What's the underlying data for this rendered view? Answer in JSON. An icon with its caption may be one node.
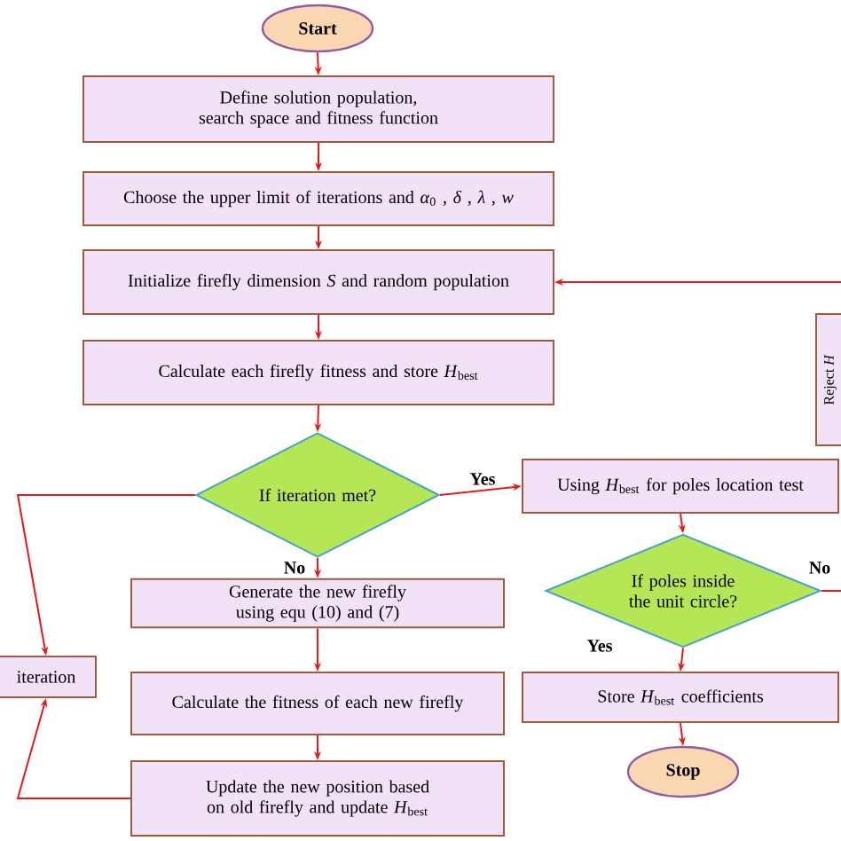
{
  "diagram": {
    "nodes": [
      {
        "text": [
          "Start"
        ]
      },
      {
        "text": [
          "Define solution population, search space and fitness function"
        ]
      },
      {
        "text": [
          "Choose the upper limit of iterations and *α*$_{0}$ , *δ* , *λ* , *w*"
        ]
      },
      {
        "text": [
          "Initialize firefly dimension *S* and random population"
        ]
      },
      {
        "text": [
          "Calculate each firefly fitness and store *H*$_{best}$"
        ]
      },
      {
        "text": [
          "If iteration met?"
        ]
      },
      {
        "text": [
          "Using *H*$_{best}$ for poles location test"
        ]
      },
      {
        "text": [
          "Generate the new firefly using equ (10) and (7)"
        ]
      },
      {
        "text": [
          "Calculate the fitness of each new firefly"
        ]
      },
      {
        "text": [
          "Update the new position based on old firefly and update *H*$_{best}$"
        ]
      },
      {
        "text": [
          "iteration"
        ]
      },
      {
        "text": [
          "If poles inside the unit circle?"
        ]
      },
      {
        "text": [
          "Store *H*$_{best}$ coefficients"
        ]
      },
      {
        "text": [
          "Stop"
        ]
      },
      {
        "text": [
          "Reject *H*"
        ]
      }
    ],
    "edges": [
      {
        "from": 0,
        "to": 1,
        "arrow": "to"
      },
      {
        "from": 1,
        "to": 2,
        "arrow": "to"
      },
      {
        "from": 2,
        "to": 3,
        "arrow": "to"
      },
      {
        "from": 3,
        "to": 4,
        "arrow": "to"
      },
      {
        "from": 4,
        "to": 5,
        "arrow": "to"
      },
      {
        "from": 5,
        "to": 6,
        "arrow": "to",
        "label": "Yes"
      },
      {
        "from": 5,
        "to": 7,
        "arrow": "to",
        "label": "No"
      },
      {
        "from": 7,
        "to": 8,
        "arrow": "to"
      },
      {
        "from": 8,
        "to": 9,
        "arrow": "to"
      },
      {
        "from": 5,
        "to": 10,
        "arrow": "to"
      },
      {
        "from": 9,
        "to": 10,
        "arrow": "to"
      },
      {
        "from": 6,
        "to": 11,
        "arrow": "to"
      },
      {
        "from": 11,
        "to": 12,
        "arrow": "to",
        "label": "Yes"
      },
      {
        "from": 12,
        "to": 13,
        "arrow": "to"
      },
      {
        "from": 11,
        "to": null,
        "arrow": "none",
        "label": "No"
      },
      {
        "from": null,
        "to": 3,
        "arrow": "to"
      }
    ]
  }
}
